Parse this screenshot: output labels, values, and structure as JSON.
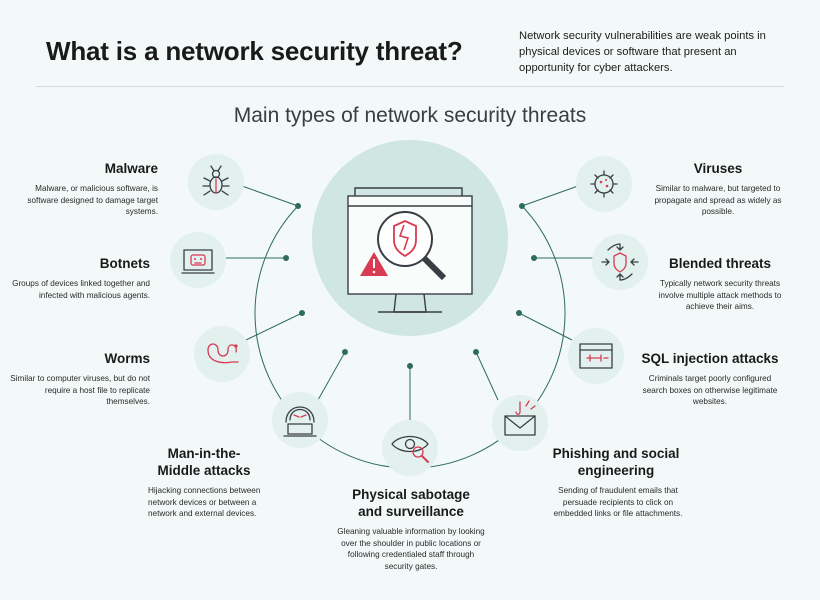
{
  "header": {
    "title": "What is a network security threat?",
    "intro": "Network security vulnerabilities are weak points in physical devices or software that present an opportunity for cyber attackers."
  },
  "subtitle": "Main types of network security threats",
  "colors": {
    "background": "#f3f9f8",
    "node_circle": "#e2f0ee",
    "center_circle": "#cfe6e2",
    "connector": "#2e6b60",
    "accent": "#d93b52",
    "icon_stroke": "#3a3e44"
  },
  "threats": [
    {
      "id": "malware",
      "title": "Malware",
      "desc": "Malware, or malicious software, is software designed to damage target systems.",
      "icon": "bug-icon"
    },
    {
      "id": "botnets",
      "title": "Botnets",
      "desc": "Groups of devices linked together and infected with malicious agents.",
      "icon": "robot-screen-icon"
    },
    {
      "id": "worms",
      "title": "Worms",
      "desc": "Similar to computer viruses, but do not require a host file to replicate themselves.",
      "icon": "worm-icon"
    },
    {
      "id": "mitm",
      "title": "Man-in-the-Middle attacks",
      "desc": "Hijacking connections between network devices or between a network and external devices.",
      "icon": "hacker-icon"
    },
    {
      "id": "physical",
      "title": "Physical sabotage and surveillance",
      "desc": "Gleaning valuable information by looking over the shoulder in public locations or following credentialed staff through security gates.",
      "icon": "eye-magnifier-icon"
    },
    {
      "id": "phishing",
      "title": "Phishing and social engineering",
      "desc": "Sending of fraudulent emails that persuade recipients to click on embedded links or file attachments.",
      "icon": "envelope-hook-icon"
    },
    {
      "id": "sql",
      "title": "SQL injection attacks",
      "desc": "Criminals target poorly configured search boxes on otherwise legitimate websites.",
      "icon": "syringe-window-icon"
    },
    {
      "id": "blended",
      "title": "Blended threats",
      "desc": "Typically network security threats involve multiple attack methods to achieve their aims.",
      "icon": "shield-arrows-icon"
    },
    {
      "id": "viruses",
      "title": "Viruses",
      "desc": "Similar to malware, but targeted to propagate and spread as widely as possible.",
      "icon": "virus-icon"
    }
  ],
  "center": {
    "icon": "monitor-broken-shield-icon"
  }
}
